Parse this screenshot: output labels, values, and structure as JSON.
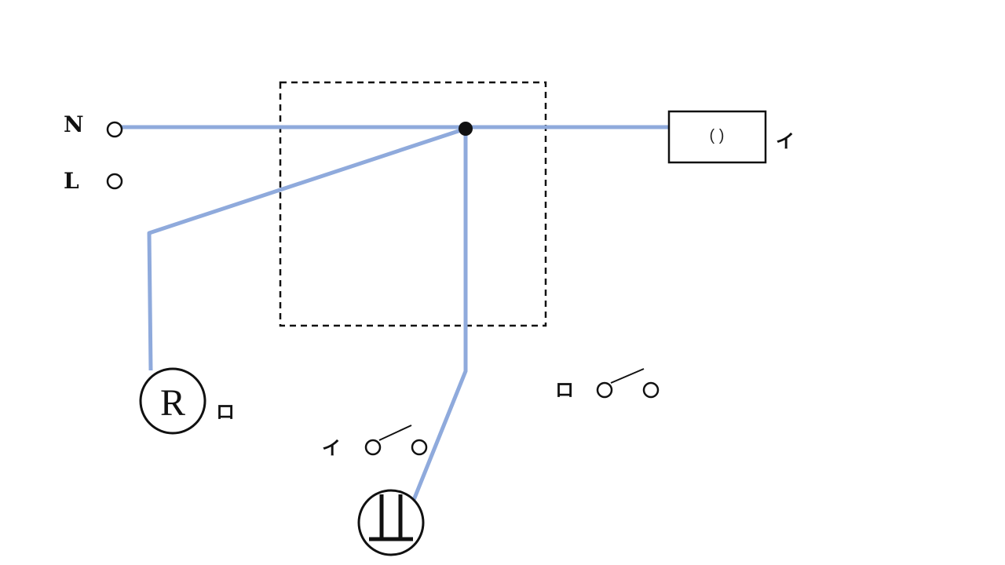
{
  "terminals": {
    "n_label": "N",
    "l_label": "L"
  },
  "box": {
    "text": "( )",
    "label": "イ"
  },
  "lamp_r": {
    "letter": "R",
    "label": "ロ"
  },
  "switch_i": {
    "label": "イ"
  },
  "switch_ro": {
    "label": "ロ"
  },
  "colors": {
    "wire": "#8faadc",
    "ink": "#111111",
    "background": "#ffffff"
  }
}
